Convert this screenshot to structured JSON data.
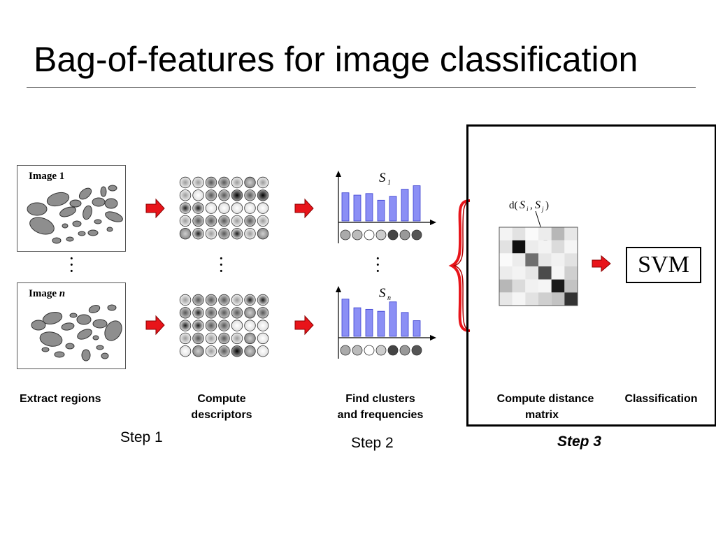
{
  "slide": {
    "title": "Bag-of-features for image classification"
  },
  "images": {
    "image1_label": "Image 1",
    "imagen_label_prefix": "Image ",
    "imagen_label_var": "n"
  },
  "histograms": {
    "s1_label": "S",
    "s1_sub": "1",
    "sn_label": "S",
    "sn_sub": "n",
    "s1_values": [
      0.72,
      0.66,
      0.7,
      0.53,
      0.63,
      0.81,
      0.9
    ],
    "sn_values": [
      0.95,
      0.73,
      0.69,
      0.64,
      0.88,
      0.61,
      0.4
    ]
  },
  "distance": {
    "formula": "d(S_i, S_j)",
    "matrix": [
      [
        0.05,
        0.12,
        0.02,
        0.08,
        0.3,
        0.1
      ],
      [
        0.12,
        1.0,
        0.08,
        0.05,
        0.15,
        0.04
      ],
      [
        0.02,
        0.08,
        0.6,
        0.1,
        0.06,
        0.12
      ],
      [
        0.08,
        0.05,
        0.1,
        0.75,
        0.04,
        0.2
      ],
      [
        0.3,
        0.15,
        0.06,
        0.04,
        0.95,
        0.25
      ],
      [
        0.1,
        0.04,
        0.12,
        0.2,
        0.25,
        0.85
      ]
    ]
  },
  "classifier": {
    "label": "SVM"
  },
  "labels": {
    "extract": "Extract regions",
    "compute_line1": "Compute",
    "compute_line2": "descriptors",
    "find_line1": "Find clusters",
    "find_line2": "and frequencies",
    "distance_line1": "Compute distance",
    "distance_line2": "matrix",
    "classification": "Classification"
  },
  "steps": {
    "step1": "Step 1",
    "step2": "Step 2",
    "step3": "Step 3"
  },
  "colors": {
    "arrow_red": "#e8141a",
    "brace_red": "#e8141a",
    "bar_blue": "#8b8ff5",
    "bar_stroke": "#3a3fcf",
    "ellipse_fill": "#8e8e8e"
  }
}
